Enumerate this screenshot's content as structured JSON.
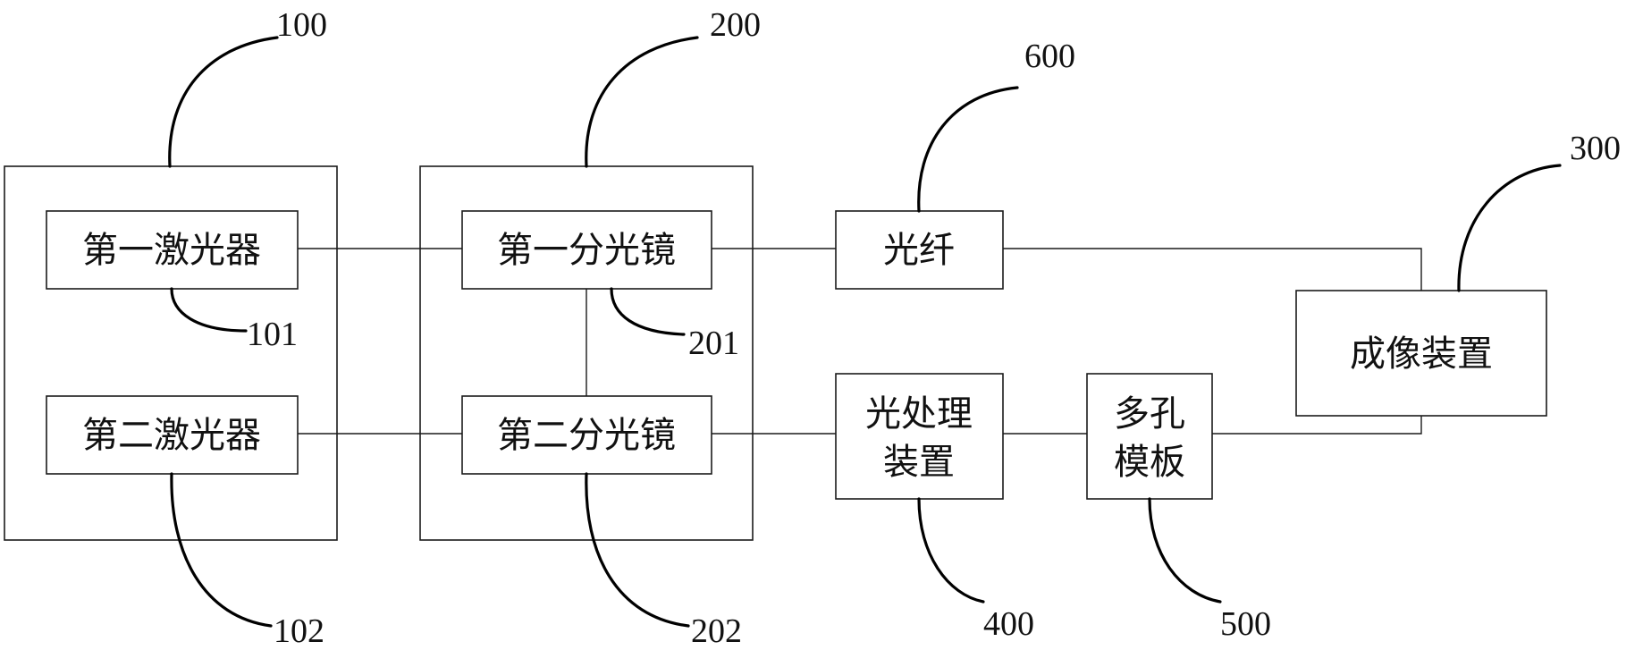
{
  "components": {
    "laser_1": "第一激光器",
    "laser_2": "第二激光器",
    "splitter_1": "第一分光镜",
    "splitter_2": "第二分光镜",
    "fiber": "光纤",
    "light_processor_line1": "光处理",
    "light_processor_line2": "装置",
    "porous_template_line1": "多孔",
    "porous_template_line2": "模板",
    "imaging_device": "成像装置"
  },
  "reference_numerals": {
    "laser_group": "100",
    "laser_1": "101",
    "laser_2": "102",
    "splitter_group": "200",
    "splitter_1": "201",
    "splitter_2": "202",
    "imaging_device": "300",
    "light_processor": "400",
    "porous_template": "500",
    "fiber": "600"
  }
}
